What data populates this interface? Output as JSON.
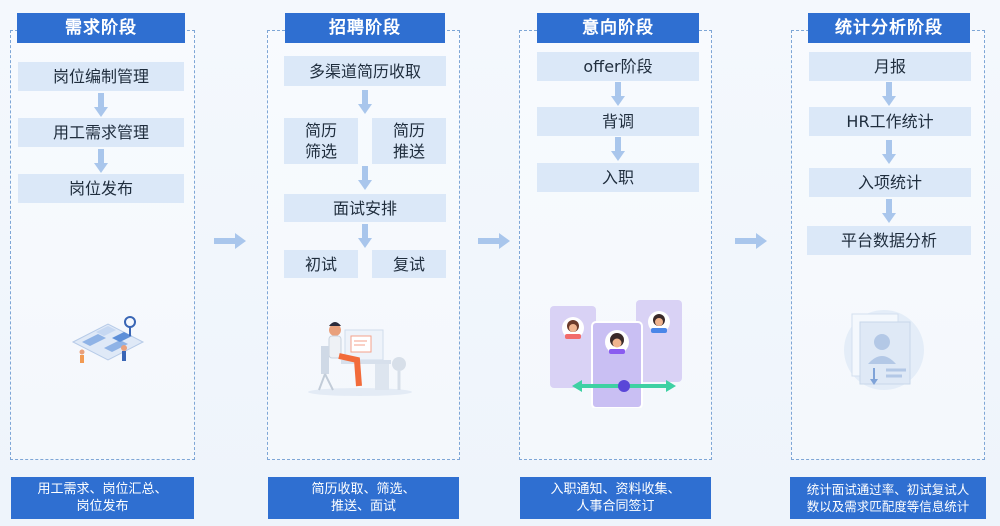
{
  "stages": [
    {
      "title": "需求阶段",
      "steps": [
        "岗位编制管理",
        "用工需求管理",
        "岗位发布"
      ],
      "footer_line1": "用工需求、岗位汇总、",
      "footer_line2": "岗位发布"
    },
    {
      "title": "招聘阶段",
      "steps": [
        "多渠道简历收取",
        "简历",
        "筛选",
        "简历",
        "推送",
        "面试安排",
        "初试",
        "复试"
      ],
      "footer_line1": "简历收取、筛选、",
      "footer_line2": "推送、面试"
    },
    {
      "title": "意向阶段",
      "steps": [
        "offer阶段",
        "背调",
        "入职"
      ],
      "footer_line1": "入职通知、资料收集、",
      "footer_line2": "人事合同签订"
    },
    {
      "title": "统计分析阶段",
      "steps": [
        "月报",
        "HR工作统计",
        "入项统计",
        "平台数据分析"
      ],
      "footer_line1": "统计面试通过率、初试复试人",
      "footer_line2": "数以及需求匹配度等信息统计"
    }
  ],
  "colors": {
    "accent": "#2f6fd1",
    "box": "#dbe8f8",
    "arrow": "#a9c6ec",
    "frame": "#7ea6d6"
  }
}
